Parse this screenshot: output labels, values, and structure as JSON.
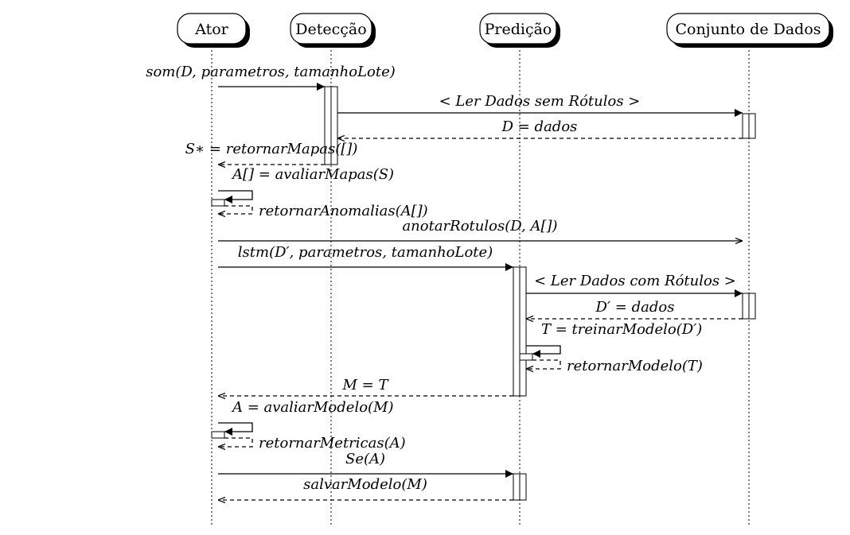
{
  "participants": [
    {
      "id": "ator",
      "label": "Ator"
    },
    {
      "id": "deteccao",
      "label": "Detecção"
    },
    {
      "id": "predicao",
      "label": "Predição"
    },
    {
      "id": "dados",
      "label": "Conjunto de Dados"
    }
  ],
  "messages": [
    {
      "id": "m1",
      "text": "som(D, parametros, tamanhoLote)",
      "kind": "call"
    },
    {
      "id": "m2",
      "text": "< Ler Dados sem Rótulos >",
      "kind": "call"
    },
    {
      "id": "m3",
      "text": "D = dados",
      "kind": "return"
    },
    {
      "id": "m4",
      "text": "S∗ = retornarMapas([])",
      "kind": "return"
    },
    {
      "id": "m5",
      "text": "A[] = avaliarMapas(S)",
      "kind": "self"
    },
    {
      "id": "m6",
      "text": "retornarAnomalias(A[])",
      "kind": "self-return"
    },
    {
      "id": "m7",
      "text": "anotarRotulos(D, A[])",
      "kind": "async"
    },
    {
      "id": "m8",
      "text": "lstm(D′, parametros, tamanhoLote)",
      "kind": "call"
    },
    {
      "id": "m9",
      "text": "< Ler Dados com Rótulos >",
      "kind": "call"
    },
    {
      "id": "m10",
      "text": "D′ = dados",
      "kind": "return"
    },
    {
      "id": "m11",
      "text": "T = treinarModelo(D′)",
      "kind": "self"
    },
    {
      "id": "m12",
      "text": "retornarModelo(T)",
      "kind": "self-return"
    },
    {
      "id": "m13",
      "text": "M = T",
      "kind": "return"
    },
    {
      "id": "m14",
      "text": "A = avaliarModelo(M)",
      "kind": "self"
    },
    {
      "id": "m15",
      "text": "retornarMetricas(A)",
      "kind": "self-return"
    },
    {
      "id": "m16",
      "text": "Se(A)",
      "kind": "call"
    },
    {
      "id": "m17",
      "text": "salvarModelo(M)",
      "kind": "return"
    }
  ]
}
